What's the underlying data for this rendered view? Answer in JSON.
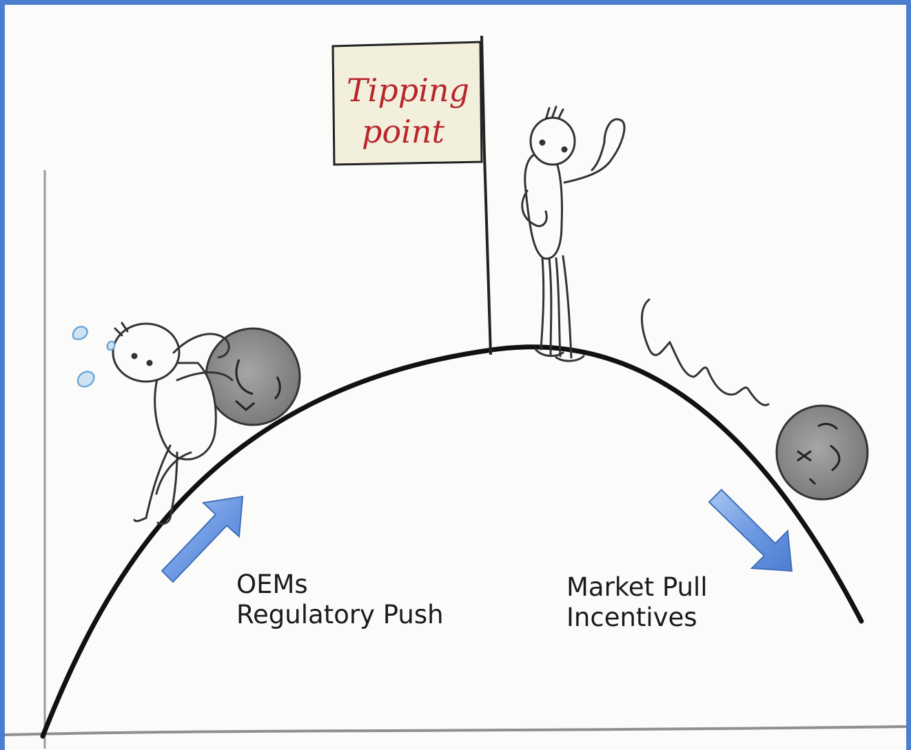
{
  "flag": {
    "line1": "Tipping",
    "line2": "point"
  },
  "left_label": {
    "line1": "OEMs",
    "line2": "Regulatory Push"
  },
  "right_label": {
    "line1": "Market Pull",
    "line2": "Incentives"
  },
  "colors": {
    "frame": "#4a7fd0",
    "background": "#fbfbfa",
    "flag_fill": "#f3efdd",
    "flag_text": "#b8262b",
    "ball_fill": "#8a8a8a",
    "arrow_fill": "#6f9be3",
    "sweat_drops": "#6fa8d8"
  },
  "icons": [
    "tipping-point-flag",
    "pushing-figure",
    "standing-waving-figure",
    "rolling-ball",
    "push-arrow",
    "pull-arrow",
    "hill-curve"
  ]
}
